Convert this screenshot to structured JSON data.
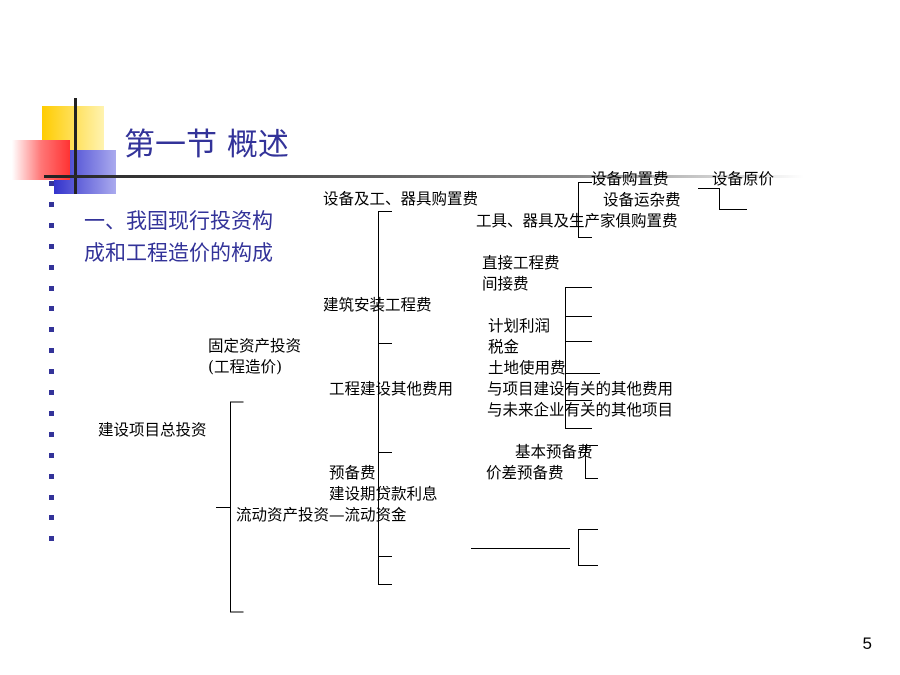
{
  "slide": {
    "title": "第一节 概述",
    "subtitle_lines": [
      "一、我国现行投资构",
      "成和工程造价的构成"
    ],
    "page_number": "5"
  },
  "tree": {
    "root": "建设项目总投资",
    "fixed_asset_line1": "固定资产投资",
    "fixed_asset_line2": "(工程造价)",
    "working_capital": "流动资产投资—流动资金",
    "equipment": "设备及工、器具购置费",
    "equipment_purchase": "设备购置费",
    "equipment_original_price": "设备原价",
    "equipment_freight": "设备运杂费",
    "tools_purchase": "工具、器具及生产家俱购置费",
    "construction_install": "建筑安装工程费",
    "direct_cost": "直接工程费",
    "indirect_cost": "间接费",
    "planned_profit": "计划利润",
    "tax": "税金",
    "other_costs": "工程建设其他费用",
    "land_use": "土地使用费",
    "related_construction": "与项目建设有关的其他费用",
    "related_future": "与未来企业有关的其他项目",
    "reserve": "预备费",
    "basic_reserve": "基本预备费",
    "price_reserve": "价差预备费",
    "loan_interest": "建设期贷款利息"
  },
  "colors": {
    "title": "#333399",
    "bullet": "#333399",
    "deco_yellow": "#FFCC00",
    "deco_blue": "#3333CC",
    "deco_red": "#FF3333"
  }
}
